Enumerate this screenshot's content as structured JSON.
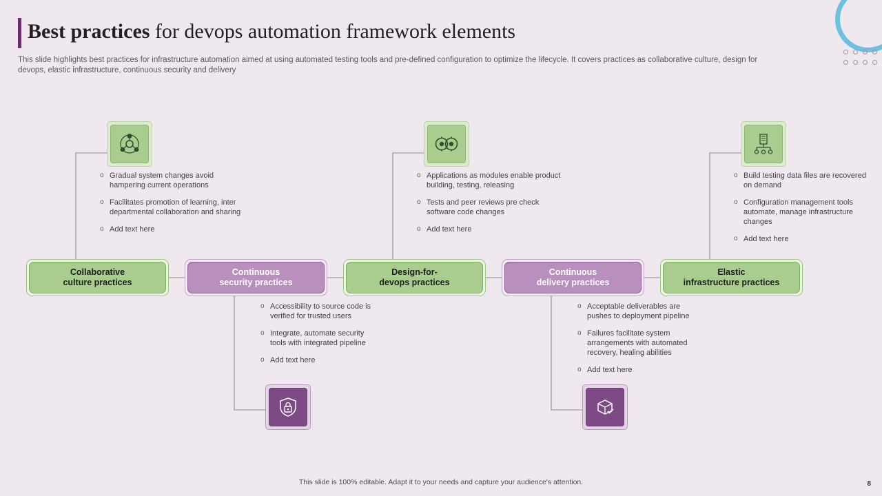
{
  "header": {
    "title_bold": "Best practices",
    "title_rest": " for devops automation framework elements",
    "subtitle": "This slide highlights best practices for infrastructure automation aimed at using automated testing tools and pre-defined configuration to optimize the lifecycle. It covers practices as collaborative culture, design for devops, elastic infrastructure, continuous security and delivery"
  },
  "nodes": [
    {
      "line1": "Collaborative",
      "line2": "culture practices",
      "color": "green"
    },
    {
      "line1": "Continuous",
      "line2": "security practices",
      "color": "purple"
    },
    {
      "line1": "Design-for-",
      "line2": "devops practices",
      "color": "green"
    },
    {
      "line1": "Continuous",
      "line2": "delivery practices",
      "color": "purple"
    },
    {
      "line1": "Elastic",
      "line2": "infrastructure practices",
      "color": "green"
    }
  ],
  "groups": [
    {
      "icon_name": "teamwork-gear-icon",
      "bullets": [
        "Gradual system changes avoid hampering current operations",
        "Facilitates promotion of learning, inter departmental collaboration and sharing",
        "Add text here"
      ]
    },
    {
      "icon_name": "shield-lock-icon",
      "bullets": [
        "Accessibility to source code is verified for trusted users",
        "Integrate, automate security tools with integrated pipeline",
        "Add text here"
      ]
    },
    {
      "icon_name": "modules-gears-icon",
      "bullets": [
        "Applications as modules enable product building, testing, releasing",
        "Tests and peer reviews pre check software code changes",
        "Add text here"
      ]
    },
    {
      "icon_name": "delivery-box-icon",
      "bullets": [
        "Acceptable deliverables are pushes to deployment pipeline",
        "Failures facilitate system arrangements with automated recovery, healing abilities",
        "Add text here"
      ]
    },
    {
      "icon_name": "server-network-icon",
      "bullets": [
        "Build testing data files are recovered on demand",
        "Configuration management tools automate, manage infrastructure changes",
        "Add text here"
      ]
    }
  ],
  "bullet_marker": "o",
  "footer": {
    "note": "This slide is 100% editable. Adapt it to your needs and capture your audience's attention.",
    "page_number": "8"
  },
  "colors": {
    "green_fill": "#a9cd8e",
    "purple_fill": "#b98fbe",
    "purple_icon": "#7d4a85",
    "accent_bar": "#6b2f6b",
    "ring": "#6ec1de",
    "background": "#efe9ef"
  }
}
